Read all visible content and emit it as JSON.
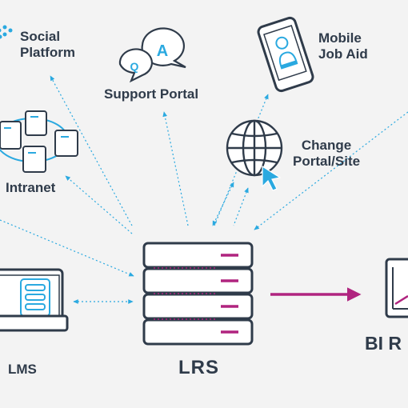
{
  "nodes": {
    "social": {
      "line1": "Social",
      "line2": "Platform"
    },
    "support": {
      "label": "Support Portal",
      "bubble_q": "Q",
      "bubble_a": "A"
    },
    "mobile": {
      "line1": "Mobile",
      "line2": "Job Aid"
    },
    "intranet": {
      "label": "Intranet"
    },
    "change": {
      "line1": "Change",
      "line2": "Portal/Site"
    },
    "lms": {
      "label": "LMS"
    },
    "lrs": {
      "label": "LRS"
    },
    "bi": {
      "label": "BI R"
    }
  },
  "colors": {
    "ink": "#2f3b4a",
    "accent_blue": "#2aa9e0",
    "accent_magenta": "#b0247f",
    "background": "#f3f3f3",
    "panel": "#ffffff"
  }
}
